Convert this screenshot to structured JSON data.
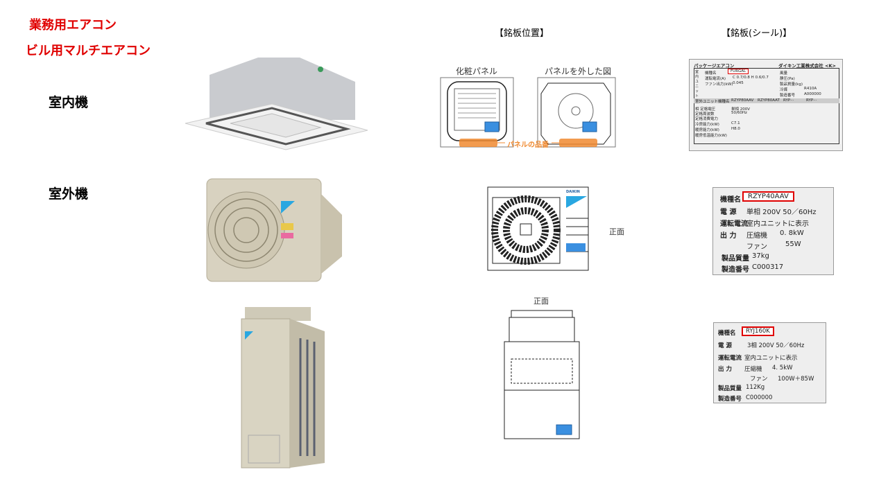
{
  "titles": {
    "line1": "業務用エアコン",
    "line2": "ビル用マルチエアコン"
  },
  "rows": {
    "indoor": "室内機",
    "outdoor": "室外機"
  },
  "headers": {
    "position": "【銘板位置】",
    "plate": "【銘板(シール)】"
  },
  "diagram_indoor": {
    "panel_label": "化粧パネル",
    "removed_label": "パネルを外した図",
    "part_number_label": "パネルの品番"
  },
  "diagram_outdoor": {
    "front_label": "正面",
    "brand": "DAIKIN"
  },
  "diagram_multi": {
    "front_label": "正面"
  },
  "plate_indoor": {
    "header_left": "パッケージエアコン",
    "header_right": "ダイキン工業株式会社 <K>",
    "side": "室内ユニット",
    "model_label": "機種名",
    "model": "FURGAL",
    "current_label": "運転電流(A)",
    "current": "C 0.7/0.8  H 0.6/0.7",
    "fan_label": "ファン出力(kW)",
    "fan": "0.045",
    "wind": "風量",
    "static": "静圧(Pa)",
    "weight": "製品質量(kg)",
    "refrigerant_label": "冷媒",
    "refrigerant": "R410A",
    "serial_label": "製造番号",
    "serial": "A000000",
    "outdoor_row_label": "室外ユニット機種名",
    "outdoor_models": [
      "RZYP80AAV",
      "RZYP80AAT",
      "RYP···",
      "RYP···"
    ],
    "power_label": "相 定格電圧",
    "power": "単相 200V",
    "freq_label": "定格周波数",
    "freq": "50/60Hz",
    "consumption_label": "定格消費電力",
    "cool_label": "冷房能力(kW)",
    "cool": "C7.1",
    "heat_label": "暖房能力(kW)",
    "heat": "H8.0",
    "heat_low_label": "暖房低温能力(kW)"
  },
  "plate_outdoor": {
    "model_label": "機種名",
    "model": "RZYP40AAV",
    "power_label": "電 源",
    "power": "単相  200V 50／60Hz",
    "current_label": "運転電流",
    "current": "室内ユニットに表示",
    "output_label": "出 力",
    "compressor_label": "圧縮機",
    "compressor": "0. 8kW",
    "fan_label": "ファン",
    "fan": "55W",
    "weight_label": "製品質量",
    "weight": "37kg",
    "serial_label": "製造番号",
    "serial": "C000317"
  },
  "plate_multi": {
    "model_label": "機種名",
    "model": "RYJ160K",
    "power_label": "電 源",
    "power": "3相 200V  50／60Hz",
    "current_label": "運転電流",
    "current": "室内ユニットに表示",
    "output_label": "出 力",
    "compressor_label": "圧縮機",
    "compressor": "4. 5kW",
    "fan_label": "ファン",
    "fan": "100W＋85W",
    "weight_label": "製品質量",
    "weight": "112Kg",
    "serial_label": "製造番号",
    "serial": "C000000"
  },
  "colors": {
    "accent_red": "#e00000",
    "nameplate_blue": "#3a8fe0",
    "part_orange": "#f08a30"
  }
}
